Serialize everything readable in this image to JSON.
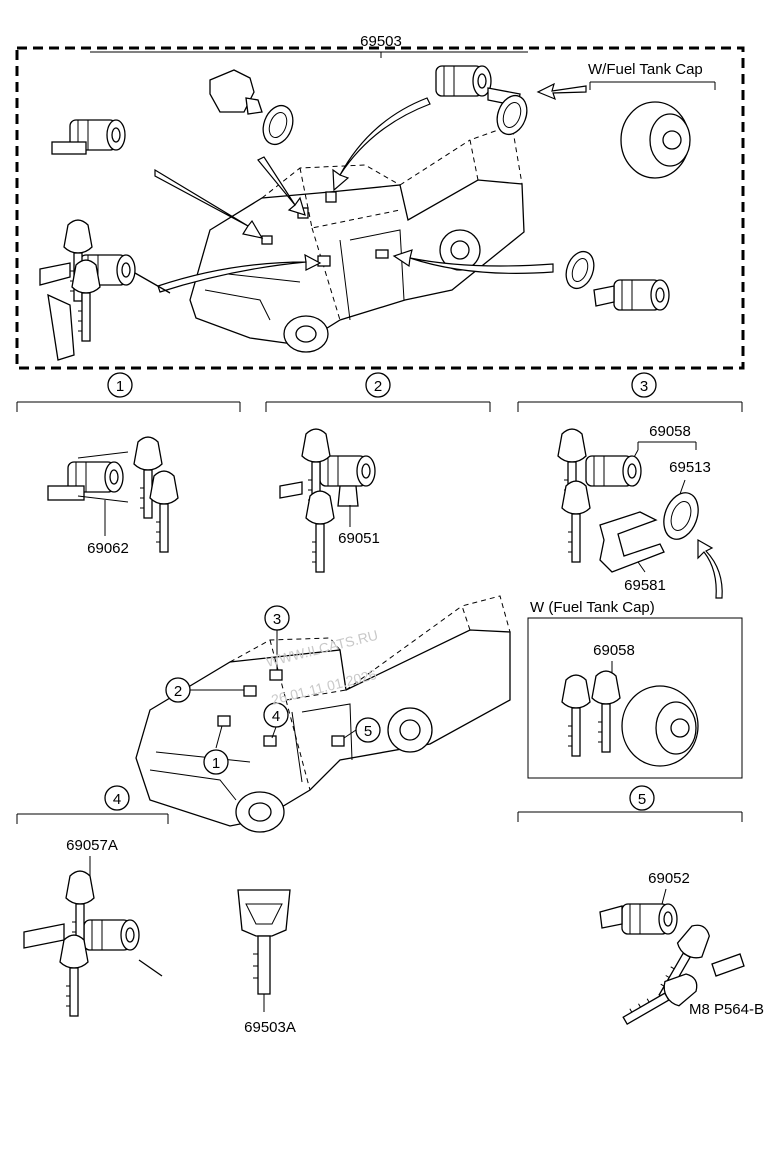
{
  "top_assembly": {
    "part_no": "69503",
    "option": "W/Fuel Tank Cap"
  },
  "sections": [
    {
      "id": "1",
      "part_no": "69062"
    },
    {
      "id": "2",
      "part_no": "69051"
    },
    {
      "id": "3",
      "parts": [
        "69058",
        "69513",
        "69581"
      ]
    },
    {
      "id": "4",
      "part_no": "69057A"
    },
    {
      "id": "5",
      "part_no": "69052"
    }
  ],
  "fuel_cap_box": {
    "title": "W (Fuel Tank Cap)",
    "part_no": "69058"
  },
  "key_part_no": "69503A",
  "truck_callouts": [
    "1",
    "2",
    "3",
    "4",
    "5"
  ],
  "watermark": {
    "line1": "WWW.ILCATS.RU",
    "line2": "26.01.11.01.2026"
  },
  "diagram_code": "M8 P564-B"
}
